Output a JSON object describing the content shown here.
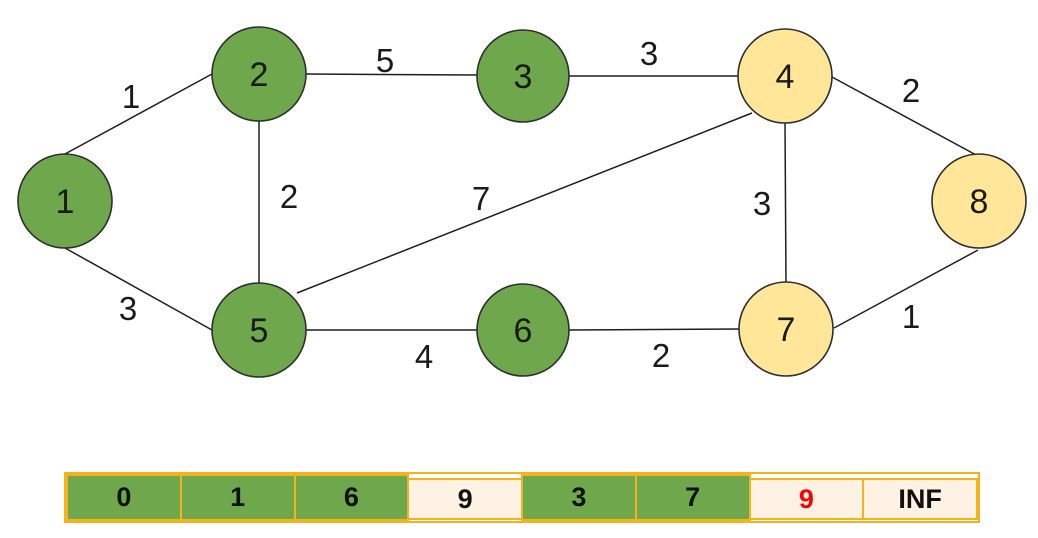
{
  "graph": {
    "nodes": [
      {
        "label": "1",
        "state": "visited"
      },
      {
        "label": "2",
        "state": "visited"
      },
      {
        "label": "3",
        "state": "visited"
      },
      {
        "label": "4",
        "state": "unvisited"
      },
      {
        "label": "5",
        "state": "visited"
      },
      {
        "label": "6",
        "state": "visited"
      },
      {
        "label": "7",
        "state": "unvisited"
      },
      {
        "label": "8",
        "state": "unvisited"
      }
    ],
    "edges": [
      {
        "from": "1",
        "to": "2",
        "weight": "1"
      },
      {
        "from": "2",
        "to": "3",
        "weight": "5"
      },
      {
        "from": "3",
        "to": "4",
        "weight": "3"
      },
      {
        "from": "4",
        "to": "8",
        "weight": "2"
      },
      {
        "from": "1",
        "to": "5",
        "weight": "3"
      },
      {
        "from": "2",
        "to": "5",
        "weight": "2"
      },
      {
        "from": "5",
        "to": "4",
        "weight": "7"
      },
      {
        "from": "4",
        "to": "7",
        "weight": "3"
      },
      {
        "from": "5",
        "to": "6",
        "weight": "4"
      },
      {
        "from": "6",
        "to": "7",
        "weight": "2"
      },
      {
        "from": "7",
        "to": "8",
        "weight": "1"
      }
    ]
  },
  "distance_array": {
    "cells": [
      {
        "value": "0",
        "state": "visited",
        "text_color": "black"
      },
      {
        "value": "1",
        "state": "visited",
        "text_color": "black"
      },
      {
        "value": "6",
        "state": "visited",
        "text_color": "black"
      },
      {
        "value": "9",
        "state": "unvisited",
        "text_color": "black"
      },
      {
        "value": "3",
        "state": "visited",
        "text_color": "black"
      },
      {
        "value": "7",
        "state": "visited",
        "text_color": "black"
      },
      {
        "value": "9",
        "state": "unvisited",
        "text_color": "red"
      },
      {
        "value": "INF",
        "state": "unvisited",
        "text_color": "black"
      }
    ]
  },
  "colors": {
    "node_green": "#6FA84C",
    "node_yellow": "#FFE699",
    "cell_green": "#6FA84C",
    "cell_cream": "#FDF2E4",
    "gold_border": "#F5B21B",
    "red_text": "#FF0000",
    "line": "#1f1f1f"
  }
}
